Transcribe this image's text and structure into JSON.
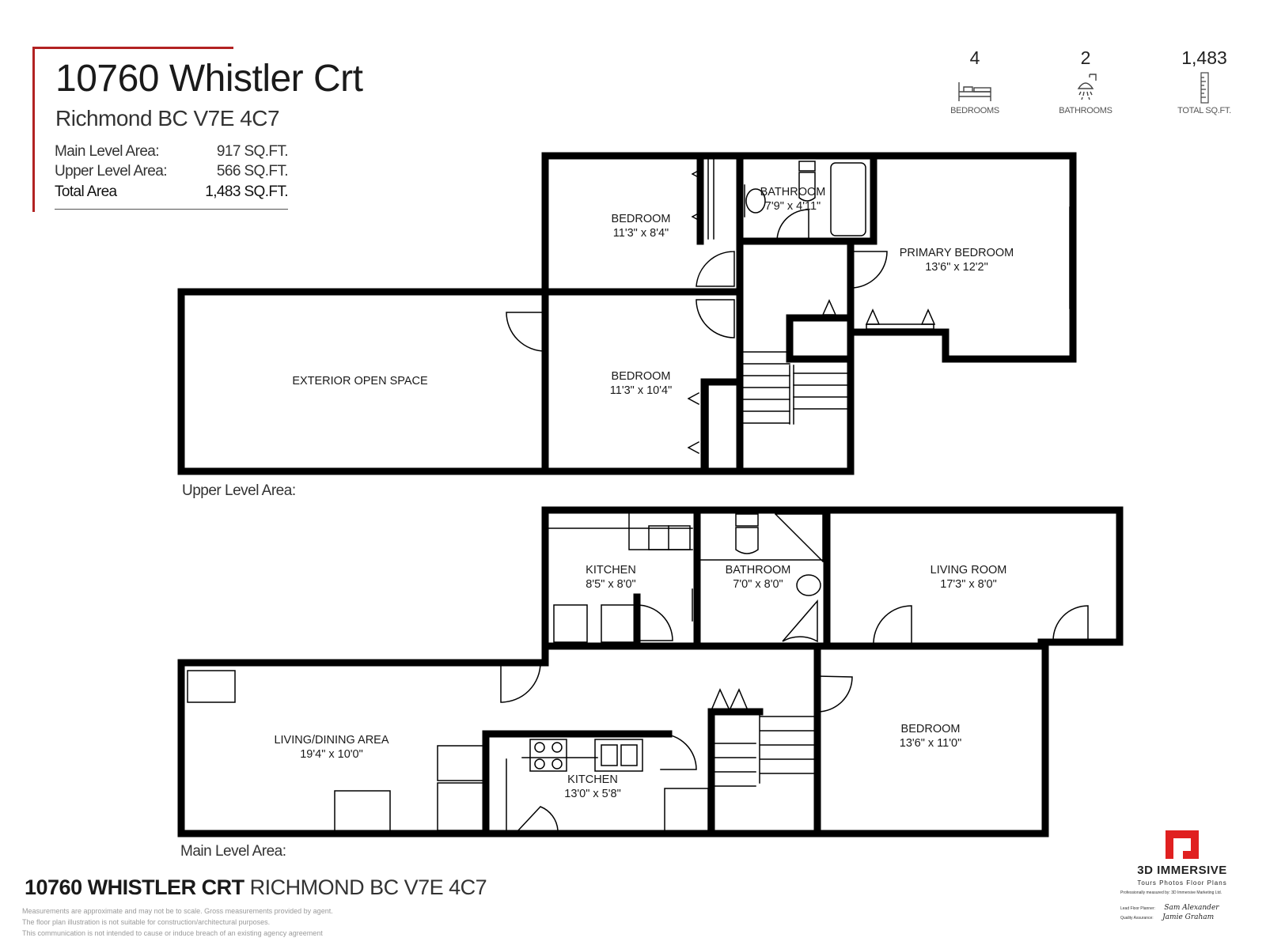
{
  "header": {
    "title": "10760 Whistler Crt",
    "subtitle": "Richmond BC V7E 4C7"
  },
  "areas": {
    "main_label": "Main Level Area:",
    "main_value": "917 SQ.FT.",
    "upper_label": "Upper Level Area:",
    "upper_value": "566 SQ.FT.",
    "total_label": "Total Area",
    "total_value": "1,483 SQ.FT."
  },
  "stats": {
    "bedrooms": {
      "value": "4",
      "label": "BEDROOMS",
      "icon": "bed-icon"
    },
    "bathrooms": {
      "value": "2",
      "label": "BATHROOMS",
      "icon": "shower-icon"
    },
    "sqft": {
      "value": "1,483",
      "label": "TOTAL SQ.FT.",
      "icon": "ruler-icon"
    }
  },
  "upper_level": {
    "label": "Upper Level Area:",
    "rooms": {
      "bedroom_top": {
        "name": "BEDROOM",
        "dims": "11'3\" x 8'4\""
      },
      "bathroom": {
        "name": "BATHROOM",
        "dims": "7'9\" x 4'11\""
      },
      "primary_bedroom": {
        "name": "PRIMARY BEDROOM",
        "dims": "13'6\" x 12'2\""
      },
      "exterior": {
        "name": "EXTERIOR OPEN SPACE"
      },
      "bedroom_lower": {
        "name": "BEDROOM",
        "dims": "11'3\" x 10'4\""
      }
    }
  },
  "main_level": {
    "label": "Main Level Area:",
    "rooms": {
      "kitchen_small": {
        "name": "KITCHEN",
        "dims": "8'5\" x 8'0\""
      },
      "bathroom": {
        "name": "BATHROOM",
        "dims": "7'0\" x 8'0\""
      },
      "living_room": {
        "name": "LIVING ROOM",
        "dims": "17'3\" x 8'0\""
      },
      "living_dining": {
        "name": "LIVING/DINING AREA",
        "dims": "19'4\" x 10'0\""
      },
      "kitchen_main": {
        "name": "KITCHEN",
        "dims": "13'0\" x 5'8\""
      },
      "bedroom": {
        "name": "BEDROOM",
        "dims": "13'6\" x 11'0\""
      }
    }
  },
  "footer": {
    "address_bold": "10760 WHISTLER CRT",
    "address_light": "RICHMOND BC V7E 4C7",
    "disclaimer_1": "Measurements are approximate and may not be to scale. Gross measurements provided by agent.",
    "disclaimer_2": "The floor plan illustration is not suitable for construction/architectural purposes.",
    "disclaimer_3": "This communication is not intended to cause or induce breach of an existing agency agreement"
  },
  "branding": {
    "company": "3D IMMERSIVE",
    "tagline": "Tours  Photos  Floor Plans",
    "measured_by": "Professionally measured by: 3D Immersive Marketing Ltd.",
    "planner_label": "Lead Floor Planner:",
    "planner_sig": "Sam Alexander",
    "qa_label": "Quality Assurance:",
    "qa_sig": "Jamie Graham",
    "brand_color": "#e02020"
  }
}
